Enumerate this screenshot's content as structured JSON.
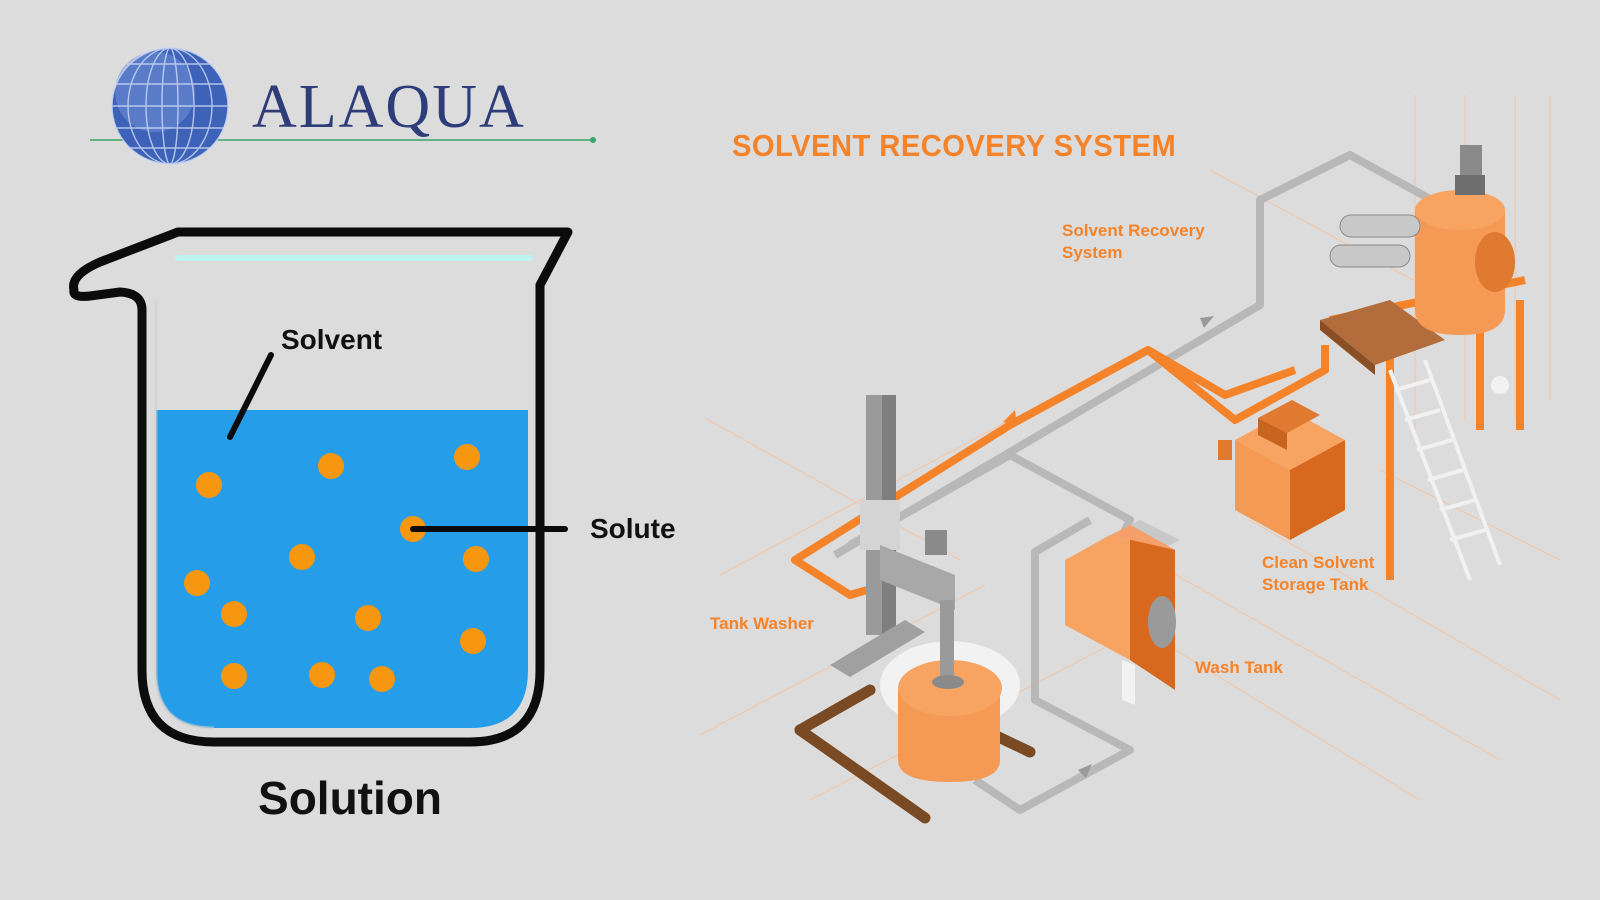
{
  "brand": {
    "name": "ALAQUA"
  },
  "beaker": {
    "title": "Solution",
    "solvent_label": "Solvent",
    "solute_label": "Solute"
  },
  "system": {
    "title": "SOLVENT RECOVERY SYSTEM",
    "labels": {
      "recovery": "Solvent Recovery\nSystem",
      "storage": "Clean Solvent\nStorage Tank",
      "tank_washer": "Tank Washer",
      "wash_tank": "Wash Tank"
    }
  },
  "colors": {
    "background": "#dcdcdc",
    "liquid": "#269de8",
    "particle": "#f7960f",
    "accent": "#f5832a",
    "brand_text": "#2e3d7a",
    "pipe_gray": "#b8b8b8"
  }
}
